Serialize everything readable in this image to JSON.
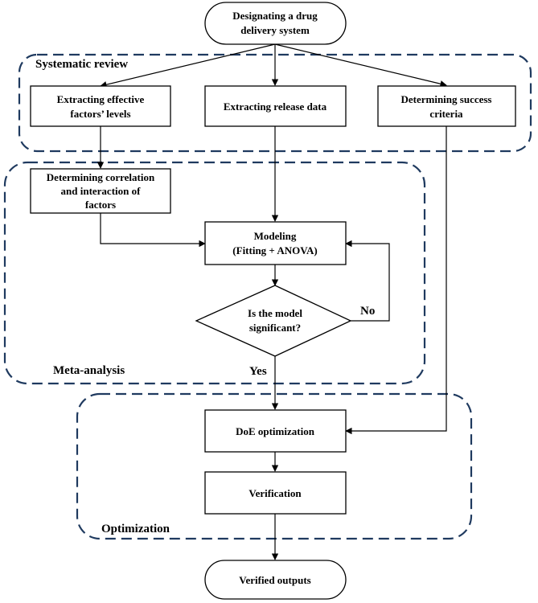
{
  "regions": {
    "systematic_review": "Systematic review",
    "meta_analysis": "Meta-analysis",
    "optimization": "Optimization"
  },
  "nodes": {
    "start": [
      "Designating a drug",
      "delivery system"
    ],
    "extract_factors": [
      "Extracting effective",
      "factors’ levels"
    ],
    "extract_release": [
      "Extracting release data"
    ],
    "success_criteria": [
      "Determining success",
      "criteria"
    ],
    "correlation": [
      "Determining correlation",
      "and interaction of",
      "factors"
    ],
    "modeling": [
      "Modeling",
      "(Fitting + ANOVA)"
    ],
    "decision": [
      "Is the model",
      "significant?"
    ],
    "doe": [
      "DoE optimization"
    ],
    "verification": [
      "Verification"
    ],
    "end": [
      "Verified outputs"
    ]
  },
  "edge_labels": {
    "no": "No",
    "yes": "Yes"
  },
  "colors": {
    "region_border": "#1f3a5f",
    "line": "#000000"
  }
}
